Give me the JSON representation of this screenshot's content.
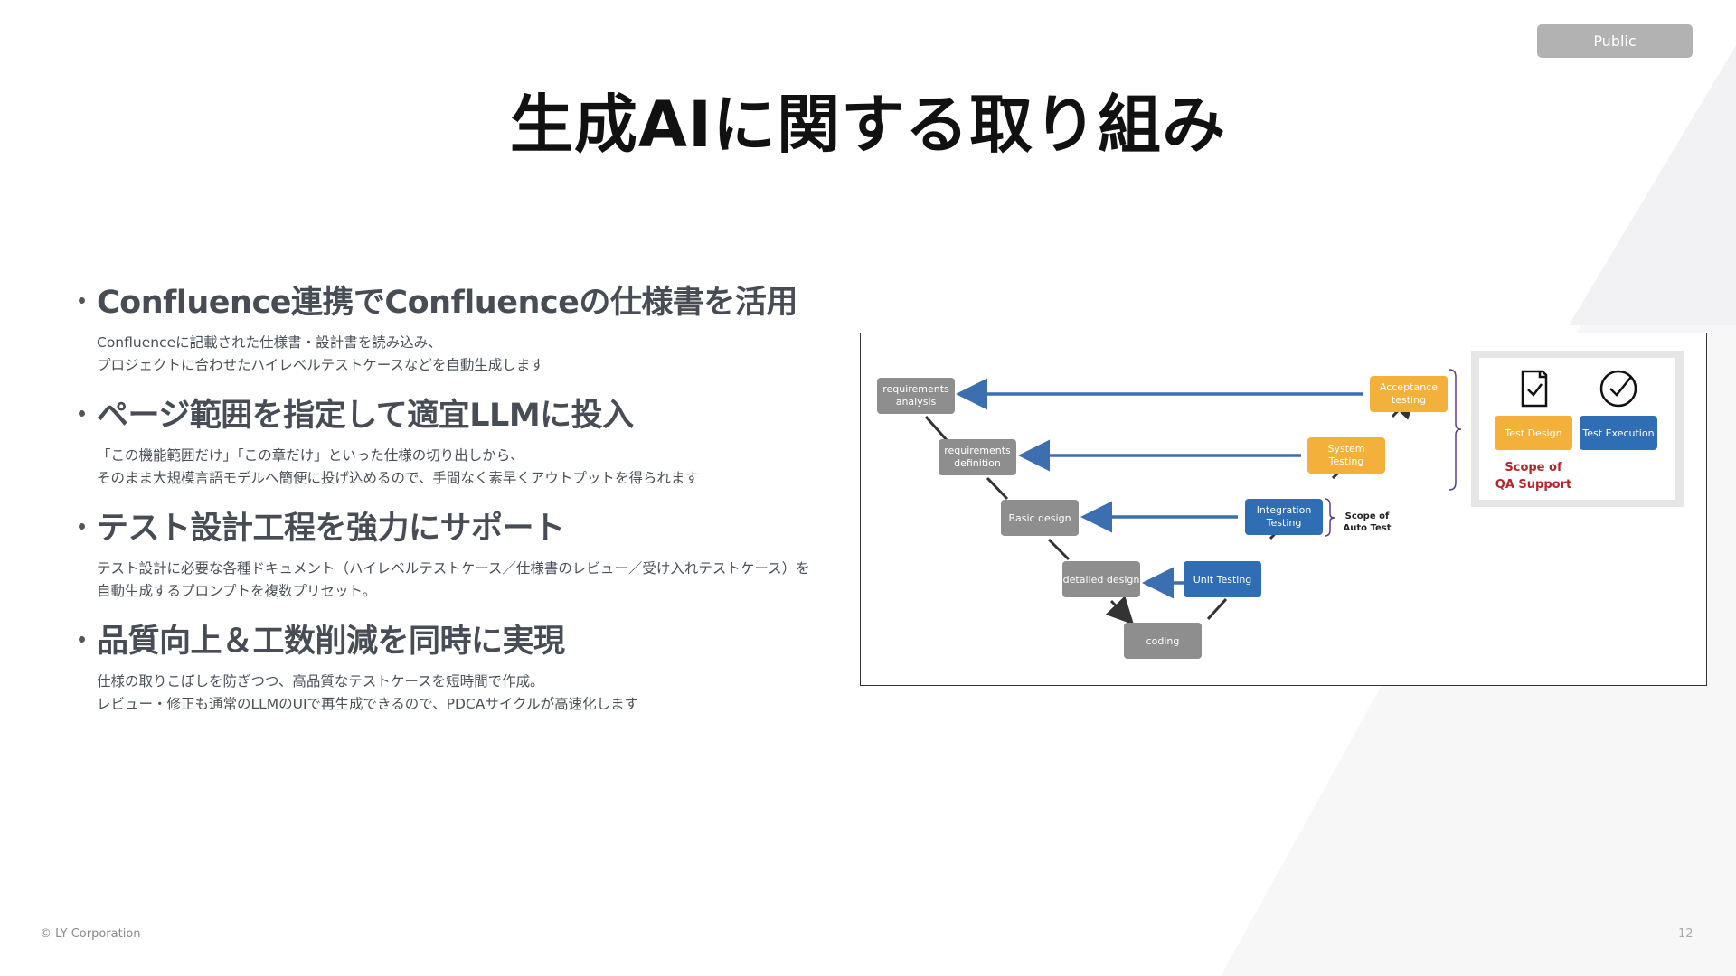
{
  "badge": "Public",
  "title": "生成AIに関する取り組み",
  "bullets": [
    {
      "heading": "Confluence連携でConfluenceの仕様書を活用",
      "lines": [
        "Confluenceに記載された仕様書・設計書を読み込み、",
        "プロジェクトに合わせたハイレベルテストケースなどを自動生成します"
      ]
    },
    {
      "heading": "ページ範囲を指定して適宜LLMに投入",
      "lines": [
        "「この機能範囲だけ」「この章だけ」といった仕様の切り出しから、",
        "そのまま大規模言語モデルへ簡便に投げ込めるので、手間なく素早くアウトプットを得られます"
      ]
    },
    {
      "heading": "テスト設計工程を強力にサポート",
      "lines": [
        "テスト設計に必要な各種ドキュメント（ハイレベルテストケース／仕様書のレビュー／受け入れテストケース）を",
        "自動生成するプロンプトを複数プリセット。"
      ]
    },
    {
      "heading": "品質向上＆工数削減を同時に実現",
      "lines": [
        "仕様の取りこぼしを防ぎつつ、高品質なテストケースを短時間で作成。",
        "レビュー・修正も通常のLLMのUIで再生成できるので、PDCAサイクルが高速化します"
      ]
    }
  ],
  "diagram": {
    "left_boxes": [
      {
        "lines": [
          "requirements",
          "analysis"
        ]
      },
      {
        "lines": [
          "requirements",
          "definition"
        ]
      },
      {
        "lines": [
          "Basic design"
        ]
      },
      {
        "lines": [
          "detailed design"
        ]
      }
    ],
    "bottom_box": {
      "lines": [
        "coding"
      ]
    },
    "right_boxes": [
      {
        "lines": [
          "Acceptance",
          "testing"
        ]
      },
      {
        "lines": [
          "System",
          "Testing"
        ]
      },
      {
        "lines": [
          "Integration",
          "Testing"
        ]
      },
      {
        "lines": [
          "Unit Testing"
        ]
      }
    ],
    "auto_test_label": [
      "Scope of",
      "Auto Test"
    ],
    "qa_panel": {
      "test_design": "Test Design",
      "test_execution": "Test Execution",
      "scope_label": [
        "Scope of",
        "QA Support"
      ]
    },
    "colors": {
      "gray": "#8e8e8e",
      "orange": "#f3b13b",
      "blue": "#2f6db5",
      "arrow": "#3b6fb0",
      "qa_red": "#b5262a"
    }
  },
  "footer": {
    "copyright": "© LY Corporation",
    "page": "12"
  }
}
